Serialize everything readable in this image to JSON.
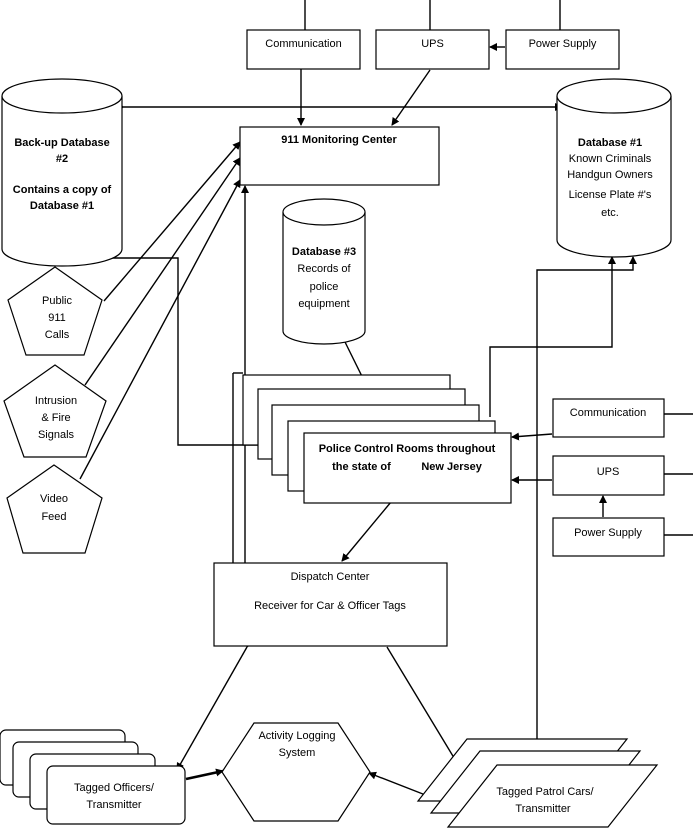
{
  "nodes": {
    "communication_top": "Communication",
    "ups_top": "UPS",
    "power_supply_top": "Power Supply",
    "backup_db": [
      "Back-up Database",
      "#2",
      "",
      "Contains a copy of",
      "Database #1"
    ],
    "monitoring_center": "911 Monitoring Center",
    "database1": [
      "Database #1",
      "Known Criminals",
      "Handgun Owners",
      "License Plate #'s",
      "etc."
    ],
    "database3": [
      "Database #3",
      "Records of",
      "police",
      "equipment"
    ],
    "public_911": [
      "Public",
      "911",
      "Calls"
    ],
    "intrusion_fire": [
      "Intrusion",
      "& Fire",
      "Signals"
    ],
    "video_feed": [
      "Video",
      "Feed"
    ],
    "police_control": [
      "Police Control Rooms throughout",
      "the state of          New Jersey"
    ],
    "communication_right": "Communication",
    "ups_right": "UPS",
    "power_supply_right": "Power Supply",
    "dispatch_center": [
      "Dispatch Center",
      "",
      "Receiver for Car & Officer Tags"
    ],
    "activity_logging": [
      "Activity Logging",
      "System"
    ],
    "tagged_officers": [
      "Tagged Officers/",
      "Transmitter"
    ],
    "tagged_patrol": [
      "Tagged Patrol Cars/",
      "Transmitter"
    ]
  }
}
